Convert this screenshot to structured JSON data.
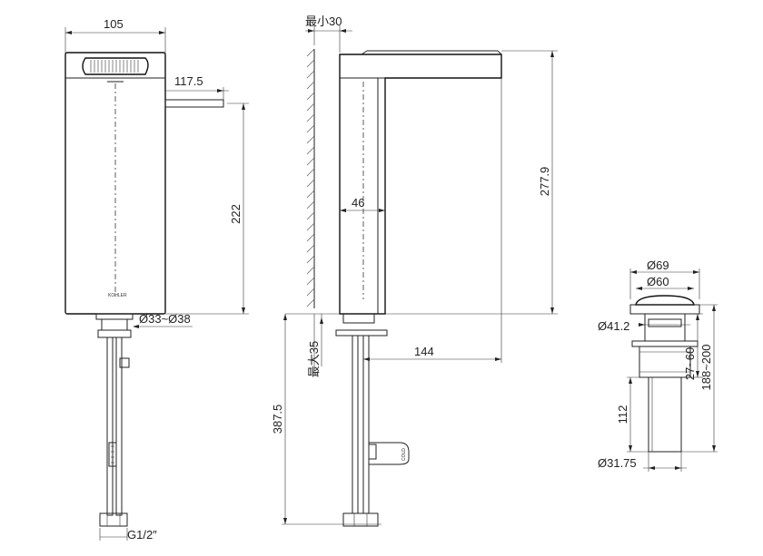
{
  "front_view": {
    "width": "105",
    "spout_offset": "117.5",
    "height": "222",
    "hole_dia": "Ø33~Ø38",
    "thread": "G1/2″",
    "brand": "KOHLER"
  },
  "side_view": {
    "min_wall": "最小30",
    "max_thickness": "最大35",
    "spout_depth": "46",
    "total_height": "277.9",
    "reach": "144",
    "hose_length": "387.5",
    "cold_label": "COLD"
  },
  "drain": {
    "dia_outer": "Ø69",
    "dia_cap": "Ø60",
    "dia_body": "Ø41.2",
    "range1": "27~60",
    "range2": "188~200",
    "tail_len": "112",
    "tail_dia": "Ø31.75"
  }
}
